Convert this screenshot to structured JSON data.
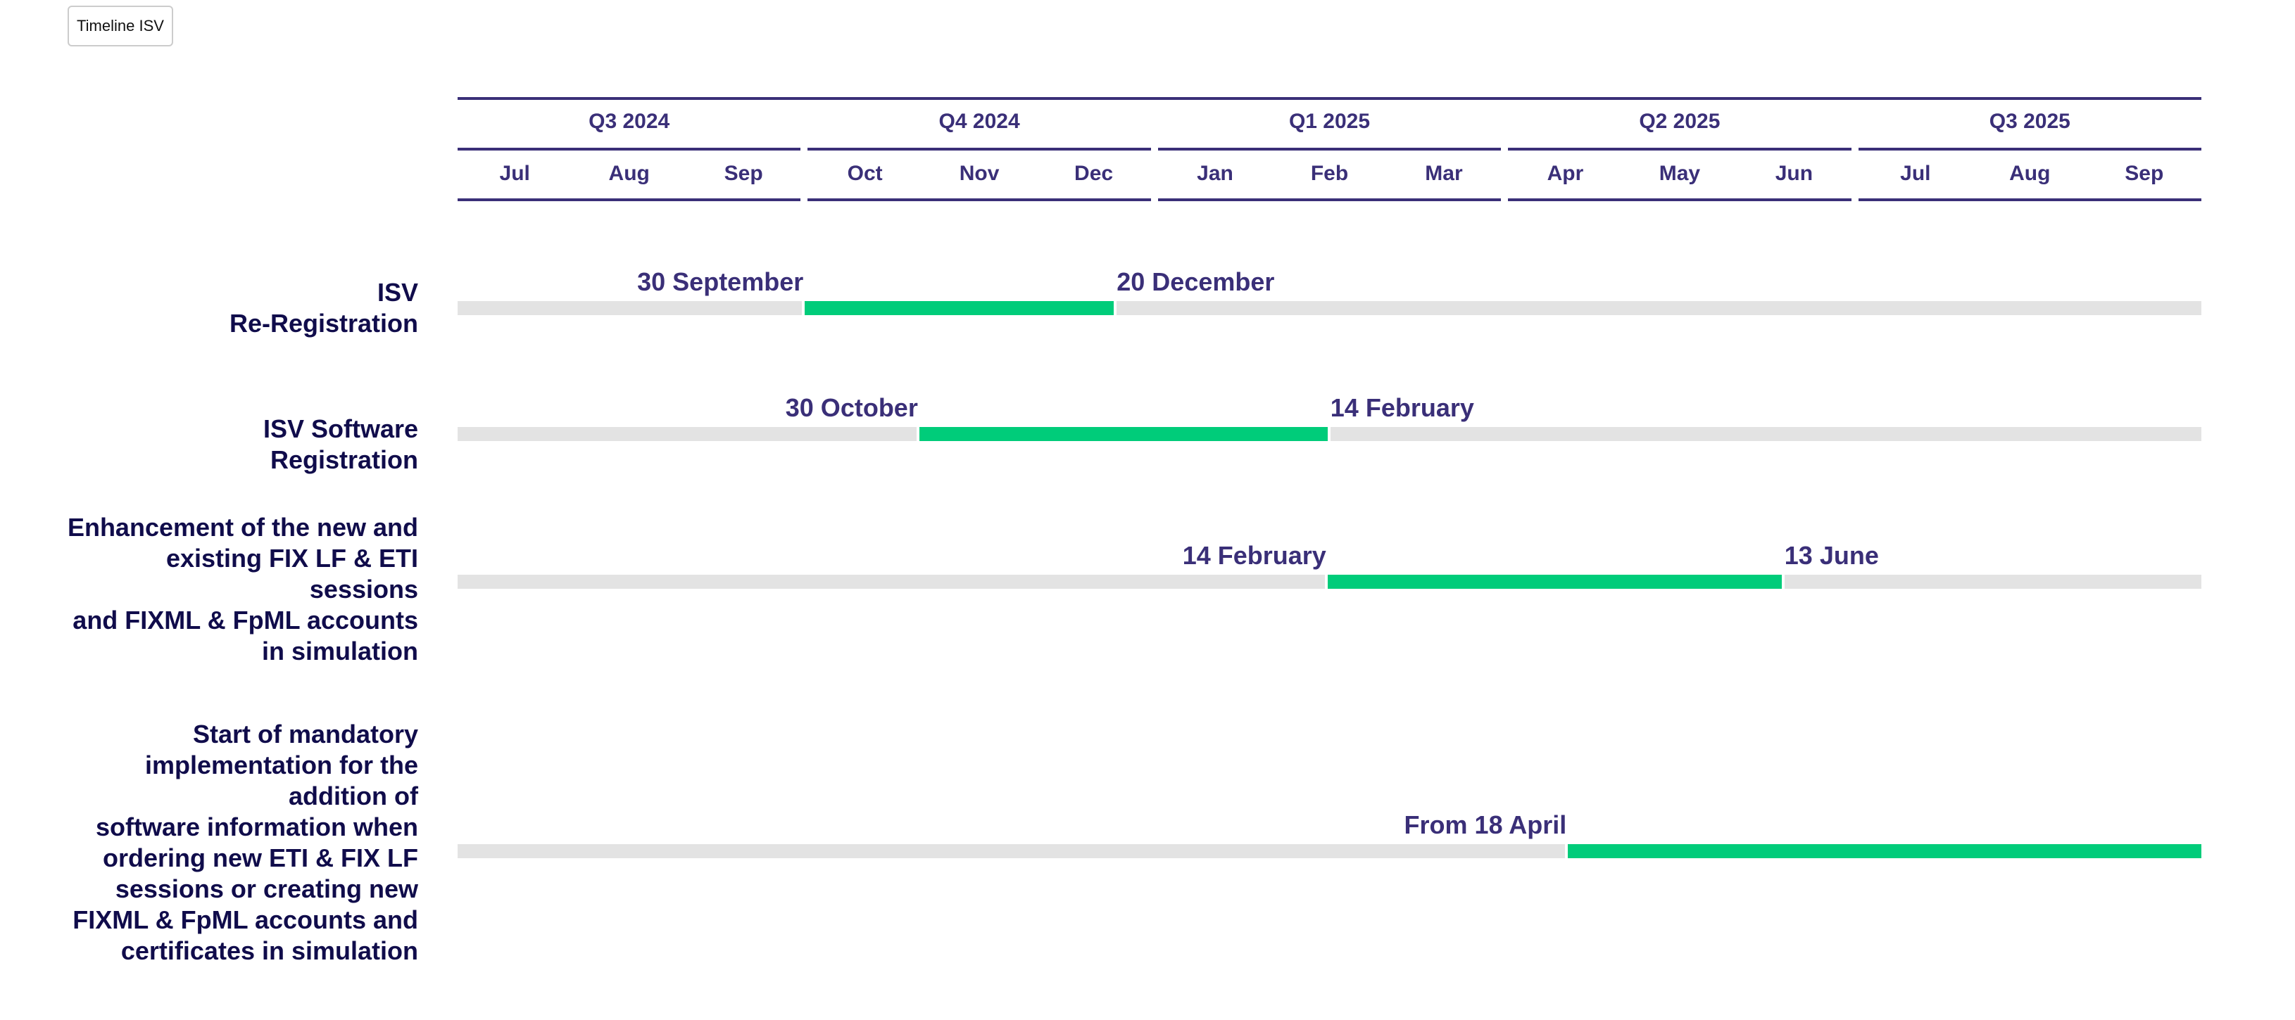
{
  "button": {
    "label": "Timeline ISV"
  },
  "colors": {
    "header": "#3a2f78",
    "label": "#100c4b",
    "track": "#e3e3e3",
    "active": "#00cc7a"
  },
  "timeline": {
    "start": "2024-07-01",
    "end": "2025-10-01",
    "quarters": [
      {
        "label": "Q3 2024",
        "months": [
          "Jul",
          "Aug",
          "Sep"
        ]
      },
      {
        "label": "Q4 2024",
        "months": [
          "Oct",
          "Nov",
          "Dec"
        ]
      },
      {
        "label": "Q1 2025",
        "months": [
          "Jan",
          "Feb",
          "Mar"
        ]
      },
      {
        "label": "Q2 2025",
        "months": [
          "Apr",
          "May",
          "Jun"
        ]
      },
      {
        "label": "Q3 2025",
        "months": [
          "Jul",
          "Aug",
          "Sep"
        ]
      }
    ]
  },
  "rows": [
    {
      "label": "ISV \nRe-Registration",
      "start": "2024-09-30",
      "end": "2024-12-20",
      "start_label": "30 September",
      "end_label": "20 December"
    },
    {
      "label": "ISV Software\nRegistration",
      "start": "2024-10-30",
      "end": "2025-02-14",
      "start_label": "30 October",
      "end_label": "14 February"
    },
    {
      "label": "Enhancement of the new and\nexisting FIX LF & ETI\nsessions\nand FIXML & FpML accounts\nin simulation",
      "start": "2025-02-14",
      "end": "2025-06-13",
      "start_label": "14 February",
      "end_label": "13 June"
    },
    {
      "label": "Start of mandatory\nimplementation for the\naddition of\nsoftware information when\nordering new ETI & FIX LF\nsessions or creating new\nFIXML & FpML accounts and\ncertificates in simulation",
      "start": "2025-04-18",
      "end": null,
      "start_label": "From 18 April",
      "end_label": null
    }
  ]
}
